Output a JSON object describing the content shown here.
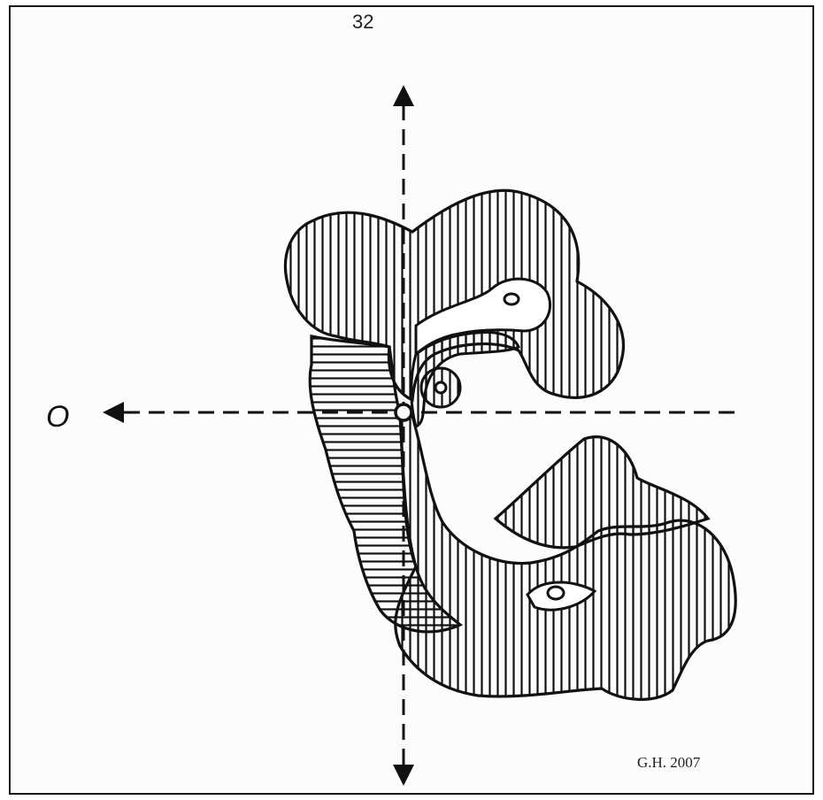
{
  "page": {
    "number": "32"
  },
  "figure": {
    "axis_label": "O",
    "signature": "G.H. 2007",
    "stroke_color": "#111111",
    "background": "#ffffff"
  }
}
